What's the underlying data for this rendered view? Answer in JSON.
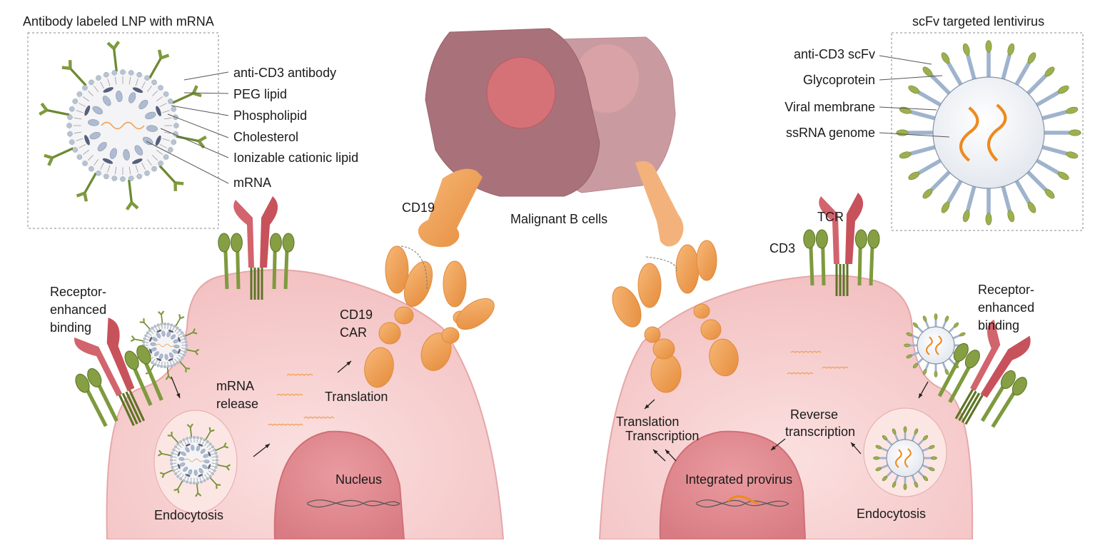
{
  "panels": {
    "left_box_title": "Antibody labeled LNP with mRNA",
    "right_box_title": "scFv targeted lentivirus"
  },
  "lnp_legend": [
    "anti-CD3 antibody",
    "PEG lipid",
    "Phospholipid",
    "Cholesterol",
    "Ionizable cationic lipid",
    "mRNA"
  ],
  "lenti_legend": [
    "anti-CD3 scFv",
    "Glycoprotein",
    "Viral membrane",
    "ssRNA genome"
  ],
  "center": {
    "b_cells": "Malignant B cells",
    "cd19": "CD19",
    "car_line1": "CD19",
    "car_line2": "CAR"
  },
  "left_cell": {
    "receptor_line1": "Receptor-",
    "receptor_line2": "enhanced",
    "receptor_line3": "binding",
    "mrna_line1": "mRNA",
    "mrna_line2": "release",
    "translation": "Translation",
    "nucleus": "Nucleus",
    "endocytosis": "Endocytosis"
  },
  "right_cell": {
    "tcr": "TCR",
    "cd3": "CD3",
    "receptor_line1": "Receptor-",
    "receptor_line2": "enhanced",
    "receptor_line3": "binding",
    "translation": "Translation",
    "transcription": "Transcription",
    "reverse_line1": "Reverse",
    "reverse_line2": "transcription",
    "provirus": "Integrated provirus",
    "endocytosis": "Endocytosis"
  },
  "colors": {
    "cell_fill": "#f6cfcf",
    "cell_edge": "#e6a7a8",
    "nucleus": "#e08e92",
    "bcell_dark": "#a46d75",
    "bcell_light": "#c99ba1",
    "car_orange": "#f0a259",
    "receptor_red": "#d2646d",
    "cd3_green": "#7f9a3e",
    "virus_blue": "#9fb3cd",
    "genome_orange": "#ee8a1f"
  }
}
